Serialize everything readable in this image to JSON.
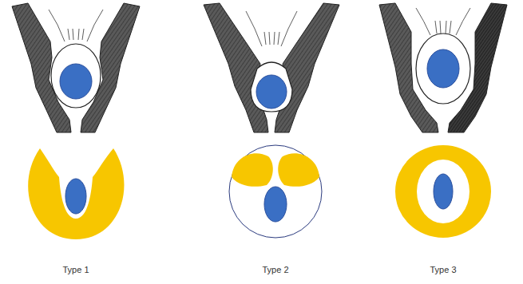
{
  "diagram": {
    "labels": [
      "Type 1",
      "Type 2",
      "Type 3"
    ]
  }
}
